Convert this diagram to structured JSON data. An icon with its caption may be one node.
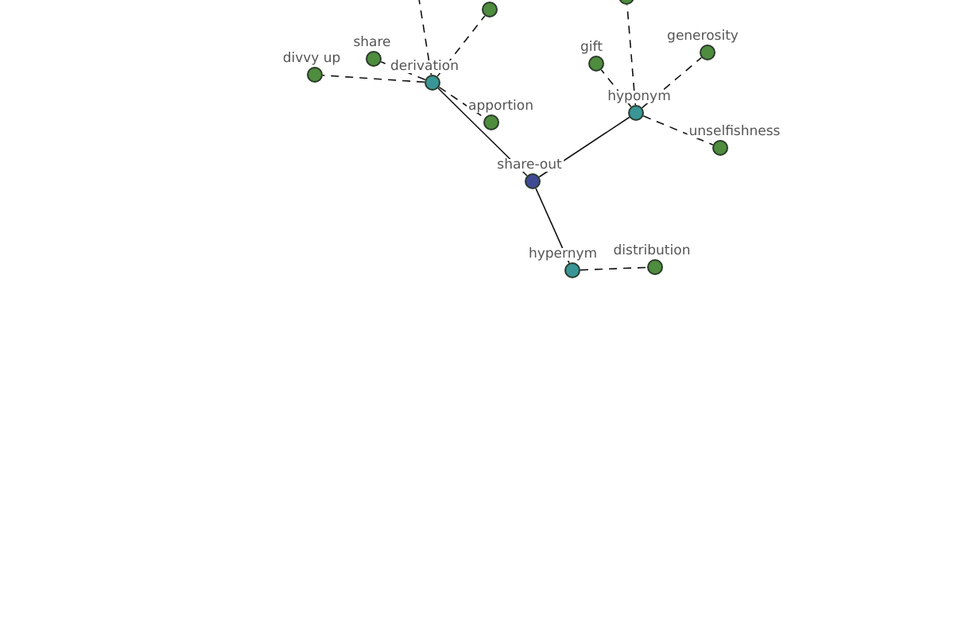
{
  "diagram": {
    "nodes": [
      {
        "text": [
          "share-out"
        ]
      },
      {
        "text": [
          "derivation"
        ]
      },
      {
        "text": [
          "hyponym"
        ]
      },
      {
        "text": [
          "hypernym"
        ]
      },
      {
        "text": [
          "divvy up"
        ]
      },
      {
        "text": [
          "share"
        ]
      },
      {
        "text": [
          "apportion"
        ]
      },
      {
        "text": [
          "gift"
        ]
      },
      {
        "text": [
          "generosity"
        ]
      },
      {
        "text": [
          "unselfishness"
        ]
      },
      {
        "text": [
          "distribution"
        ]
      },
      {
        "text": [],
        "shape": "circle"
      },
      {
        "text": [],
        "shape": "circle"
      }
    ],
    "edges": [
      {
        "from": 0,
        "to": 1,
        "arrow": "none"
      },
      {
        "from": 0,
        "to": 2,
        "arrow": "none"
      },
      {
        "from": 0,
        "to": 3,
        "arrow": "none"
      },
      {
        "from": 1,
        "to": 4,
        "arrow": "none",
        "style": "dashed"
      },
      {
        "from": 1,
        "to": 5,
        "arrow": "none",
        "style": "dashed"
      },
      {
        "from": 1,
        "to": 6,
        "arrow": "none",
        "style": "dashed"
      },
      {
        "from": 1,
        "to": 11,
        "arrow": "none",
        "style": "dashed"
      },
      {
        "from": 1,
        "to": null,
        "arrow": "none",
        "style": "dashed"
      },
      {
        "from": 2,
        "to": 7,
        "arrow": "none",
        "style": "dashed"
      },
      {
        "from": 2,
        "to": 8,
        "arrow": "none",
        "style": "dashed"
      },
      {
        "from": 2,
        "to": 9,
        "arrow": "none",
        "style": "dashed"
      },
      {
        "from": 2,
        "to": 12,
        "arrow": "none",
        "style": "dashed"
      },
      {
        "from": 3,
        "to": 10,
        "arrow": "none",
        "style": "dashed"
      }
    ]
  }
}
